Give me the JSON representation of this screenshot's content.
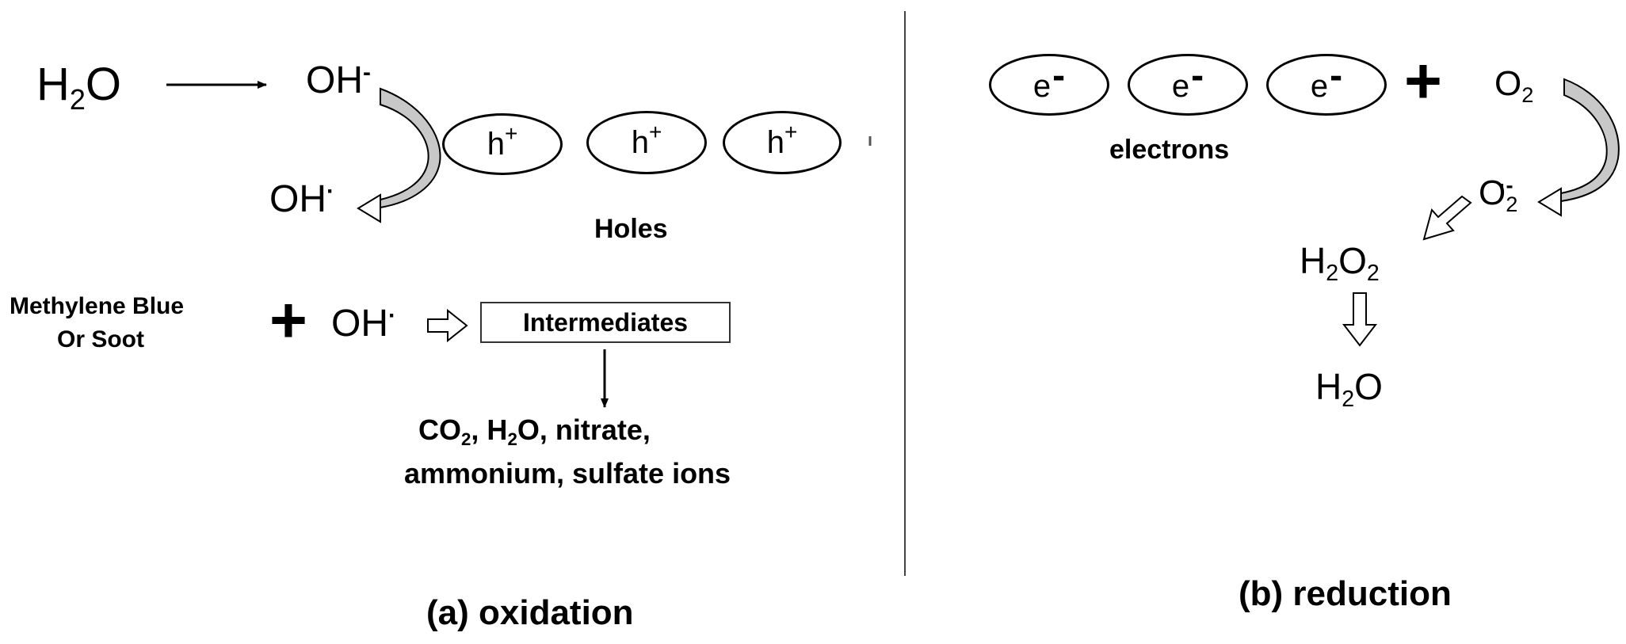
{
  "oxidation": {
    "h2o": {
      "main": "H",
      "sub": "2",
      "tail": "O"
    },
    "oh_minus": {
      "main": "OH",
      "sup": "-"
    },
    "oh_radical": {
      "main": "OH",
      "dot": "·"
    },
    "holes": [
      {
        "label": "h",
        "sup": "+"
      },
      {
        "label": "h",
        "sup": "+"
      },
      {
        "label": "h",
        "sup": "+"
      }
    ],
    "holes_label": "Holes",
    "reactant_line1": "Methylene Blue",
    "reactant_line2": "Or Soot",
    "plus": "+",
    "oh_radical2": {
      "main": "OH",
      "dot": "·"
    },
    "intermediates": "Intermediates",
    "products": {
      "co": "CO",
      "co_sub": "2",
      "comma1": ", H",
      "h_sub": "2",
      "rest1": "O, nitrate,",
      "line2": "ammonium, sulfate ions"
    },
    "caption": "(a) oxidation"
  },
  "reduction": {
    "electrons": [
      {
        "label": "e",
        "sign": "-"
      },
      {
        "label": "e",
        "sign": "-"
      },
      {
        "label": "e",
        "sign": "-"
      }
    ],
    "electrons_label": "electrons",
    "plus": "+",
    "o2": {
      "main": "O",
      "sub": "2"
    },
    "superoxide": {
      "main": "O",
      "sub": "2",
      "charge": "·-"
    },
    "h2o2": {
      "a": "H",
      "a_sub": "2",
      "b": "O",
      "b_sub": "2"
    },
    "h2o": {
      "main": "H",
      "sub": "2",
      "tail": "O"
    },
    "caption": "(b) reduction"
  },
  "colors": {
    "stroke": "#000000",
    "curved_arrow_fill": "#c8c8c8",
    "divider": "#444444"
  }
}
